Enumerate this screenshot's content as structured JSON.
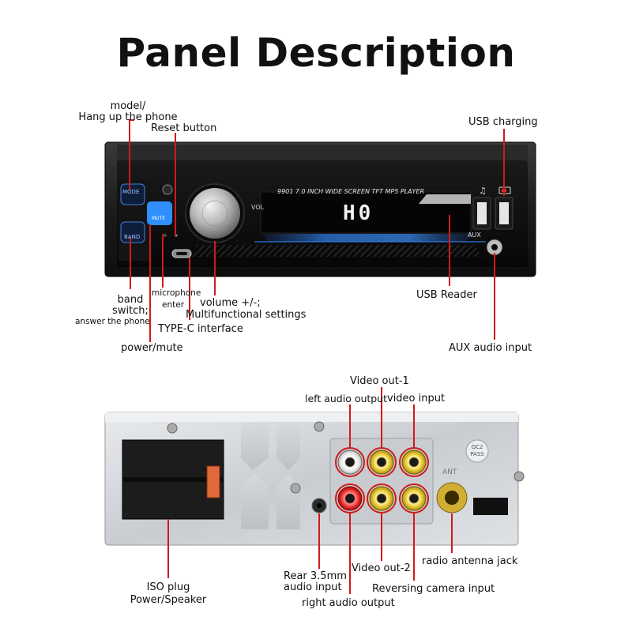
{
  "title": "Panel Description",
  "front": {
    "model_label": "model/",
    "hang_up_label": "Hang up the phone",
    "reset_label": "Reset button",
    "usb_charging_label": "USB charging",
    "band_label": "band",
    "switch_label": "switch;",
    "answer_label": "answer the phone",
    "microphone_label": "microphone",
    "enter_label": "enter",
    "volume_label": "volume +/-;",
    "multifunction_label": "Multifunctional settings",
    "typec_label": "TYPE-C interface",
    "power_label": "power/mute",
    "usb_reader_label": "USB Reader",
    "aux_label": "AUX audio input",
    "device": {
      "model_text": "9901  7.0 INCH WIDE SCREEN TFT MP5 PLAYER",
      "display": "H0",
      "aux_text": "AUX",
      "mode_btn": "MODE",
      "band_btn": "BAND",
      "vol_text": "VOL",
      "mute_text": "MUTE"
    }
  },
  "rear": {
    "video_out1_label": "Video out-1",
    "left_audio_label": "left audio output",
    "video_input_label": "video input",
    "rear_35_label_1": "Rear 3.5mm",
    "rear_35_label_2": "audio input",
    "video_out2_label": "Video out-2",
    "radio_antenna_label": "radio antenna jack",
    "iso_label_1": "ISO plug",
    "iso_label_2": "Power/Speaker",
    "reversing_label": "Reversing camera input",
    "right_audio_label": "right audio output",
    "sticker_text_1": "QC2",
    "sticker_text_2": "PASS",
    "ant_text": "ANT"
  }
}
